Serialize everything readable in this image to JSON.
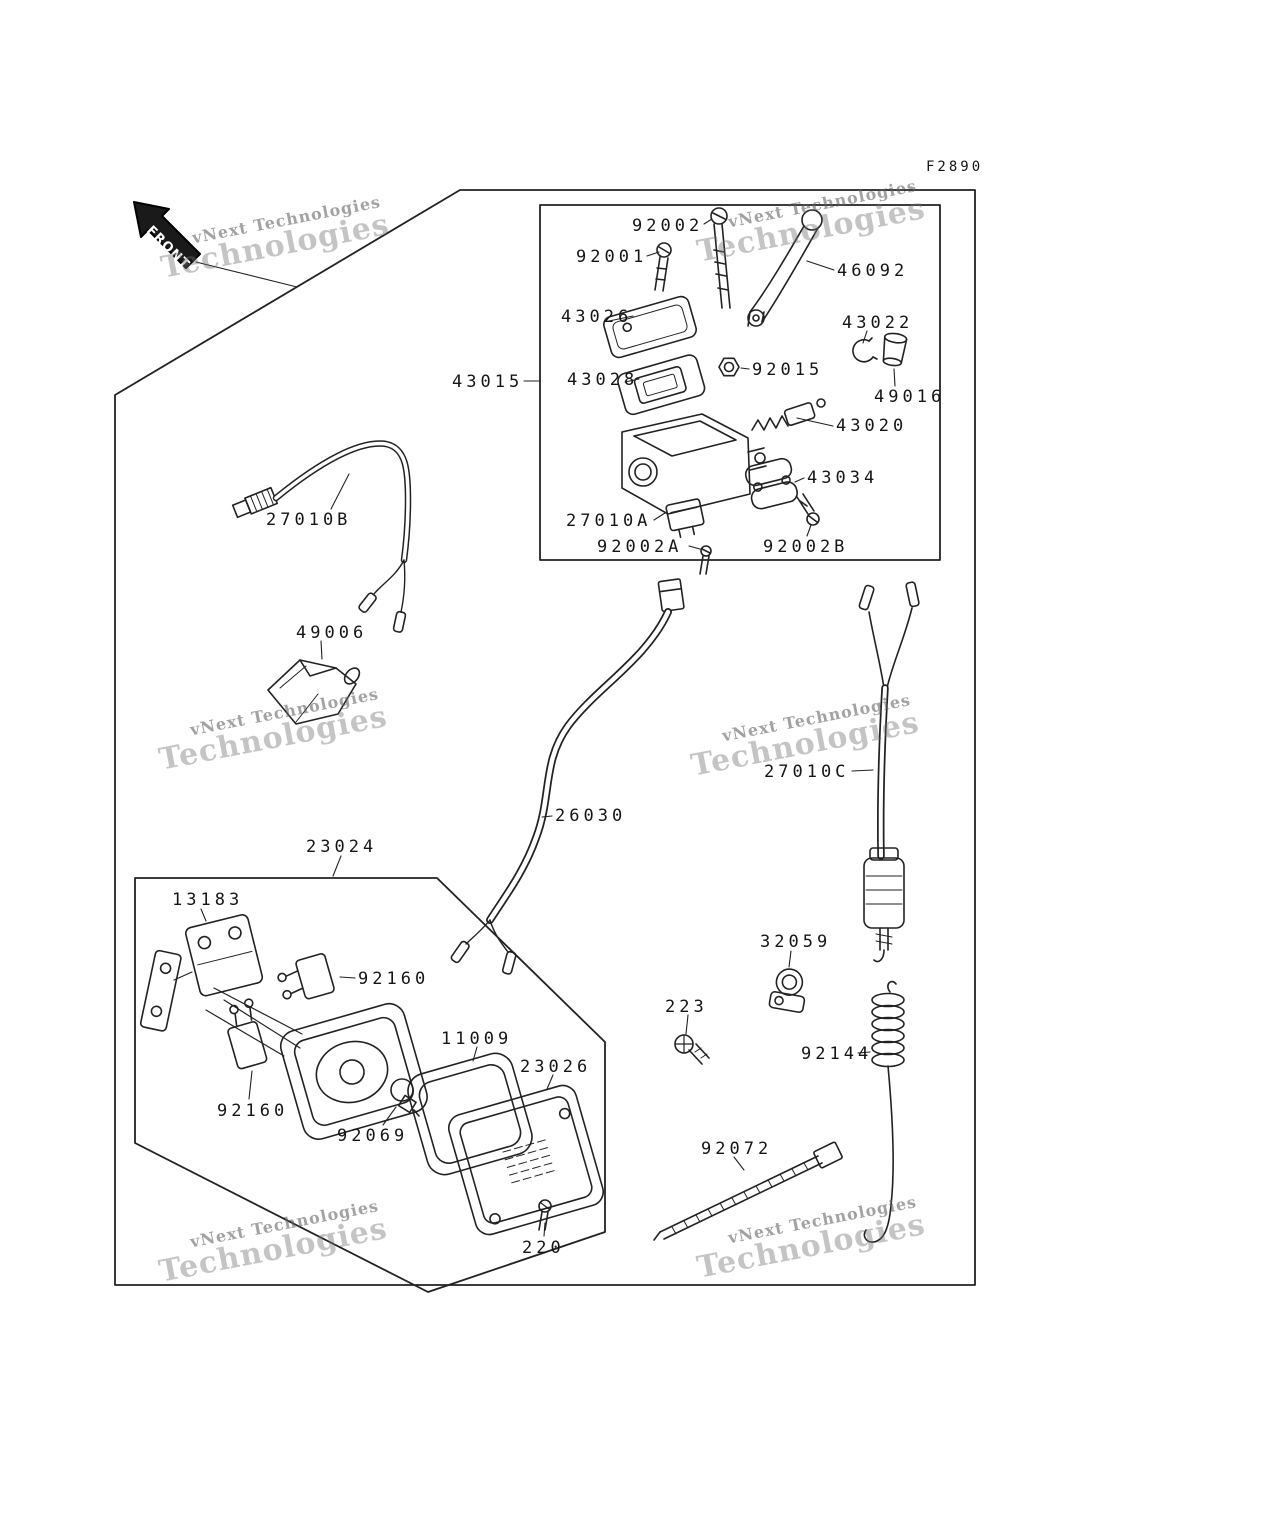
{
  "figure_code": "F2890",
  "front_arrow_label": "FRONT",
  "watermark": {
    "line1": "vNext Technologies",
    "line2": "Technologies"
  },
  "part_labels": {
    "n92002": "92002",
    "n92001": "92001",
    "n46092": "46092",
    "n43026": "43026",
    "n43022": "43022",
    "n92015": "92015",
    "n43028": "43028",
    "n43015": "43015",
    "n49016": "49016",
    "n43020": "43020",
    "n43034": "43034",
    "n27010B": "27010B",
    "n27010A": "27010A",
    "n92002A": "92002A",
    "n92002B": "92002B",
    "n49006": "49006",
    "n26030": "26030",
    "n27010C": "27010C",
    "n23024": "23024",
    "n13183": "13183",
    "n92160": "92160",
    "n32059": "32059",
    "n223": "223",
    "n11009": "11009",
    "n23026": "23026",
    "n92144": "92144",
    "n92069": "92069",
    "n92072": "92072",
    "n220": "220"
  }
}
